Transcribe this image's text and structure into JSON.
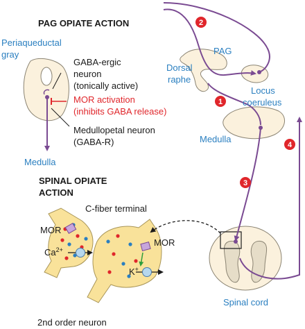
{
  "pag": {
    "title": "PAG OPIATE ACTION",
    "region_label_1": "Periaqueductal",
    "region_label_2": "gray",
    "gaba_1": "GABA-ergic",
    "gaba_2": "neuron",
    "gaba_3": "(tonically active)",
    "mor_1": "MOR activation",
    "mor_2": "(inhibits GABA release)",
    "medullopetal_1": "Medullopetal neuron",
    "medullopetal_2": "(GABA-R)",
    "medulla": "Medulla"
  },
  "spinal": {
    "title_1": "SPINAL OPIATE",
    "title_2": "ACTION",
    "c_fiber": "C-fiber terminal",
    "mor_left": "MOR",
    "mor_right": "MOR",
    "ca": "Ca",
    "ca_sup": "2+",
    "k": "K",
    "k_sup": "+",
    "second_order": "2nd order neuron"
  },
  "brain": {
    "pag": "PAG",
    "dorsal_1": "Dorsal",
    "dorsal_2": "raphe",
    "locus_1": "Locus",
    "locus_2": "coeruleus",
    "medulla": "Medulla",
    "spinal_cord": "Spinal cord"
  },
  "steps": [
    "1",
    "2",
    "3",
    "4"
  ],
  "colors": {
    "label_blue": "#2a7fc0",
    "pathway_purple": "#7a4a92",
    "step_red": "#e0262b",
    "tissue": "#fbf1dd",
    "neuron_yellow": "#f9e29a"
  }
}
